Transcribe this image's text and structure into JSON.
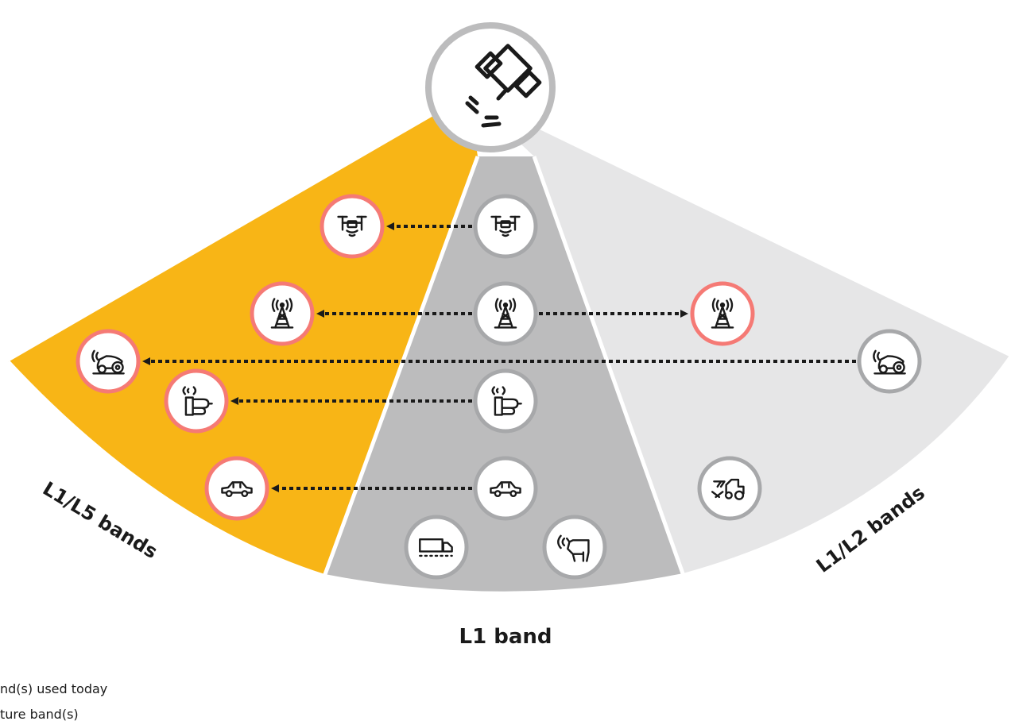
{
  "bands": {
    "left": {
      "label": "L1/L5 bands",
      "color": "#f8b516"
    },
    "center": {
      "label": "L1 band",
      "color": "#bcbcbd"
    },
    "right": {
      "label": "L1/L2 bands",
      "color": "#e6e6e7"
    }
  },
  "colors": {
    "today_ring": "#a7a8aa",
    "future_ring": "#f57a75",
    "arrow": "#1a1a1a",
    "icon_stroke": "#1a1a1a"
  },
  "satellite": {
    "icon": "satellite-icon"
  },
  "rows": [
    {
      "id": "drone",
      "icon": "drone-icon",
      "center": true,
      "left": true,
      "right": false
    },
    {
      "id": "tower",
      "icon": "cell-tower-icon",
      "center": true,
      "left": true,
      "right": true
    },
    {
      "id": "mower",
      "icon": "robotic-lawnmower-icon",
      "center": false,
      "left": true,
      "right": true
    },
    {
      "id": "wearable",
      "icon": "wearable-icon",
      "center": true,
      "left": true,
      "right": false
    },
    {
      "id": "car",
      "icon": "car-icon",
      "center": true,
      "left": true,
      "right": false
    }
  ],
  "standalone": [
    {
      "id": "truck",
      "icon": "truck-icon",
      "band": "center"
    },
    {
      "id": "cow",
      "icon": "cow-icon",
      "band": "center"
    },
    {
      "id": "harvester",
      "icon": "harvester-icon",
      "band": "right"
    }
  ],
  "legend": {
    "today": "nd(s) used today",
    "future": "ture band(s)"
  }
}
